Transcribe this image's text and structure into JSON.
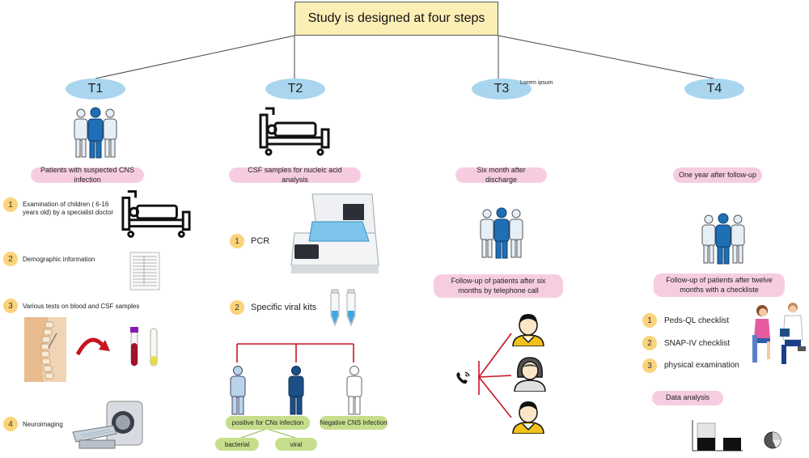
{
  "title": "Study is designed at four steps",
  "steps": {
    "t1": {
      "label": "T1",
      "pill": "Patients with suspected CNS infection"
    },
    "t2": {
      "label": "T2",
      "pill": "CSF samples for nucleic acid analysis"
    },
    "t3": {
      "label": "T3",
      "pill": "Six month after discharge",
      "note": "Lorem ipsum",
      "followup": "Follow-up of patients after six months by telephone call"
    },
    "t4": {
      "label": "T4",
      "pill": "One year after follow-up",
      "followup": "Follow-up of patients after twelve months with a checkliste"
    }
  },
  "t1_items": [
    {
      "num": "1",
      "text": "Examination of children ( 6-16 years old) by a specialist doctor"
    },
    {
      "num": "2",
      "text": "Demographic information"
    },
    {
      "num": "3",
      "text": "Various tests on blood and CSF samples"
    },
    {
      "num": "4",
      "text": "Neuroimaging"
    }
  ],
  "t2_items": [
    {
      "num": "1",
      "text": "PCR"
    },
    {
      "num": "2",
      "text": "Specific viral kits"
    }
  ],
  "t2_results": {
    "positive": "positive for CNs infection",
    "negative": "Negative CNS Infection",
    "bacterial": "bacterial",
    "viral": "viral"
  },
  "t4_items": [
    {
      "num": "1",
      "text": "Peds-QL checklist"
    },
    {
      "num": "2",
      "text": "SNAP-IV checklist"
    },
    {
      "num": "3",
      "text": "physical examination"
    }
  ],
  "data_analysis": "Data analysis",
  "colors": {
    "title_fill": "#fcefb6",
    "oval": "#a9d6ee",
    "pink": "#f6cde0",
    "green": "#c6de8c",
    "number_badge": "#fbd37a",
    "tree_red": "#c8141e",
    "person_blue": "#1f6fb5",
    "person_light": "#b9d4ea"
  },
  "icons": [
    "people-group-icon",
    "hospital-bed-icon",
    "pcr-machine-icon",
    "form-sheet-icon",
    "spine-icon",
    "arrow-icon",
    "test-tube-icon",
    "mri-scanner-icon",
    "viral-kit-tubes-icon",
    "telephone-icon",
    "patient-avatar-icon",
    "doctor-consultation-icon",
    "bar-chart-icon",
    "pie-chart-icon"
  ]
}
